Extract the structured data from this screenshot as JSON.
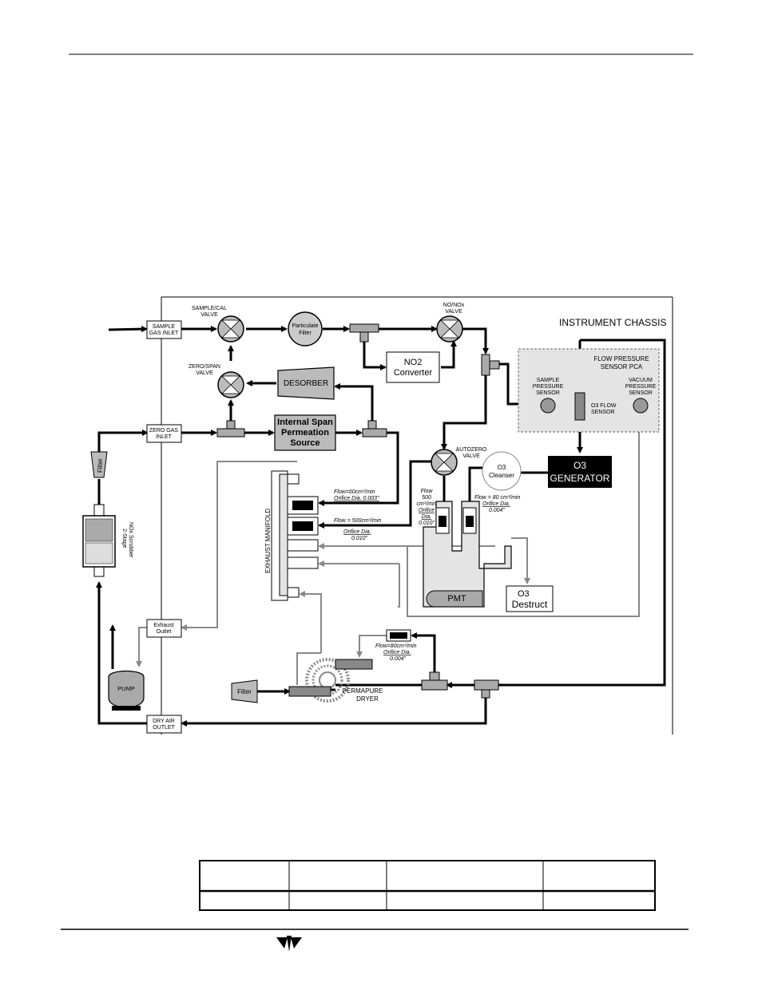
{
  "diagram": {
    "chassis_label": "INSTRUMENT CHASSIS",
    "ports": {
      "sample_gas_inlet": [
        "SAMPLE",
        "GAS INLET"
      ],
      "zero_gas_inlet": [
        "ZERO GAS",
        "INLET"
      ],
      "exhaust_outlet": [
        "Exhaust",
        "Outlet"
      ],
      "dry_air_outlet": [
        "DRY AIR",
        "OUTLET"
      ]
    },
    "valves": {
      "sample_cal": [
        "SAMPLE/CAL",
        "VALVE"
      ],
      "zero_span": [
        "ZERO/SPAN",
        "VALVE"
      ],
      "no_nox": [
        "NO/NOx",
        "VALVE"
      ],
      "autozero": [
        "AUTOZERO",
        "VALVE"
      ]
    },
    "components": {
      "particulate_filter": [
        "Particulate",
        "Filter"
      ],
      "no2_converter": [
        "NO2",
        "Converter"
      ],
      "desorber": "DESORBER",
      "permeation_source": [
        "Internal Span",
        "Permeation",
        "Source"
      ],
      "o3_cleanser": [
        "O3",
        "Cleanser"
      ],
      "o3_generator": [
        "O3",
        "GENERATOR"
      ],
      "pmt": "PMT",
      "o3_destruct": [
        "O3",
        "Destruct"
      ],
      "pump": "PUMP",
      "filter_upper": "Filter",
      "filter_lower": "Filter",
      "scrubber": [
        "2-Stage",
        "NOx Scrubber"
      ],
      "exhaust_manifold": "EXHAUST MANIFOLD",
      "permapure_dryer": [
        "PERMAPURE",
        "DRYER"
      ]
    },
    "sensors": {
      "pca_title": [
        "FLOW PRESSURE",
        "SENSOR PCA"
      ],
      "sample_pressure": [
        "SAMPLE",
        "PRESSURE",
        "SENSOR"
      ],
      "o3_flow": [
        "O3 FLOW",
        "SENSOR"
      ],
      "vacuum_pressure": [
        "VACUUM",
        "PRESSURE",
        "SENSOR"
      ]
    },
    "flow_labels": {
      "manifold_upper": [
        "Flow=60cm³/min",
        "Orifice Dia. 0.003\""
      ],
      "manifold_middle": [
        "Flow = 500cm³/min",
        "Orifice Dia.",
        "0.010\""
      ],
      "pmt_left": [
        "Flow",
        "500",
        "cm³/min",
        "Orifice",
        "Dia.",
        "0.010\""
      ],
      "pmt_right": [
        "Flow = 80 cm³/min",
        "Orifice Dia.",
        "0.004\""
      ],
      "dryer": [
        "Flow=80cm³/min",
        "Orifice Dia.",
        "0.004\""
      ]
    }
  },
  "table": {
    "rows": [
      [
        "",
        "",
        "",
        ""
      ],
      [
        "",
        "",
        "",
        ""
      ]
    ]
  }
}
